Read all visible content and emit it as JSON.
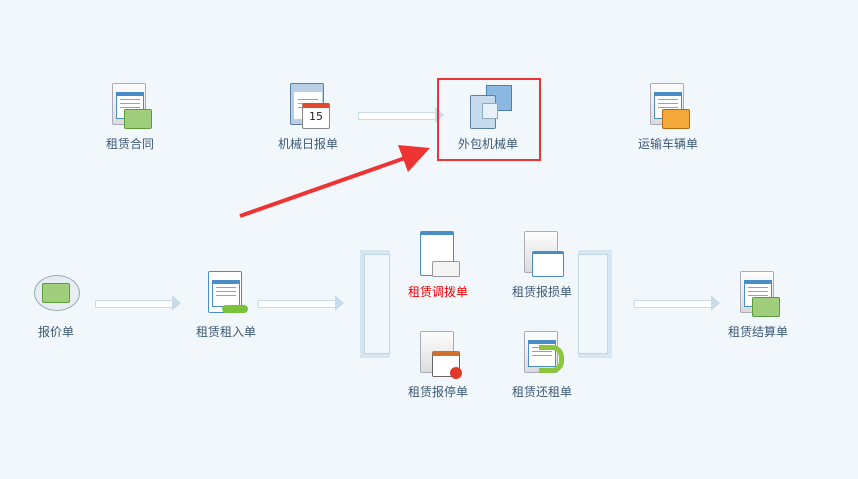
{
  "nodes": {
    "rental_contract": "租赁合同",
    "machine_daily_report": "机械日报单",
    "outsourced_machine": "外包机械单",
    "transport_vehicle": "运输车辆单",
    "quotation": "报价单",
    "rental_in": "租赁租入单",
    "rental_transfer": "租赁调拨单",
    "rental_damage": "租赁报损单",
    "rental_suspend": "租赁报停单",
    "rental_return": "租赁还租单",
    "rental_settlement": "租赁结算单"
  },
  "calendar_day": "15",
  "colors": {
    "highlight": "#ee3333",
    "active_label": "#ee0000",
    "label": "#3d5a78"
  }
}
